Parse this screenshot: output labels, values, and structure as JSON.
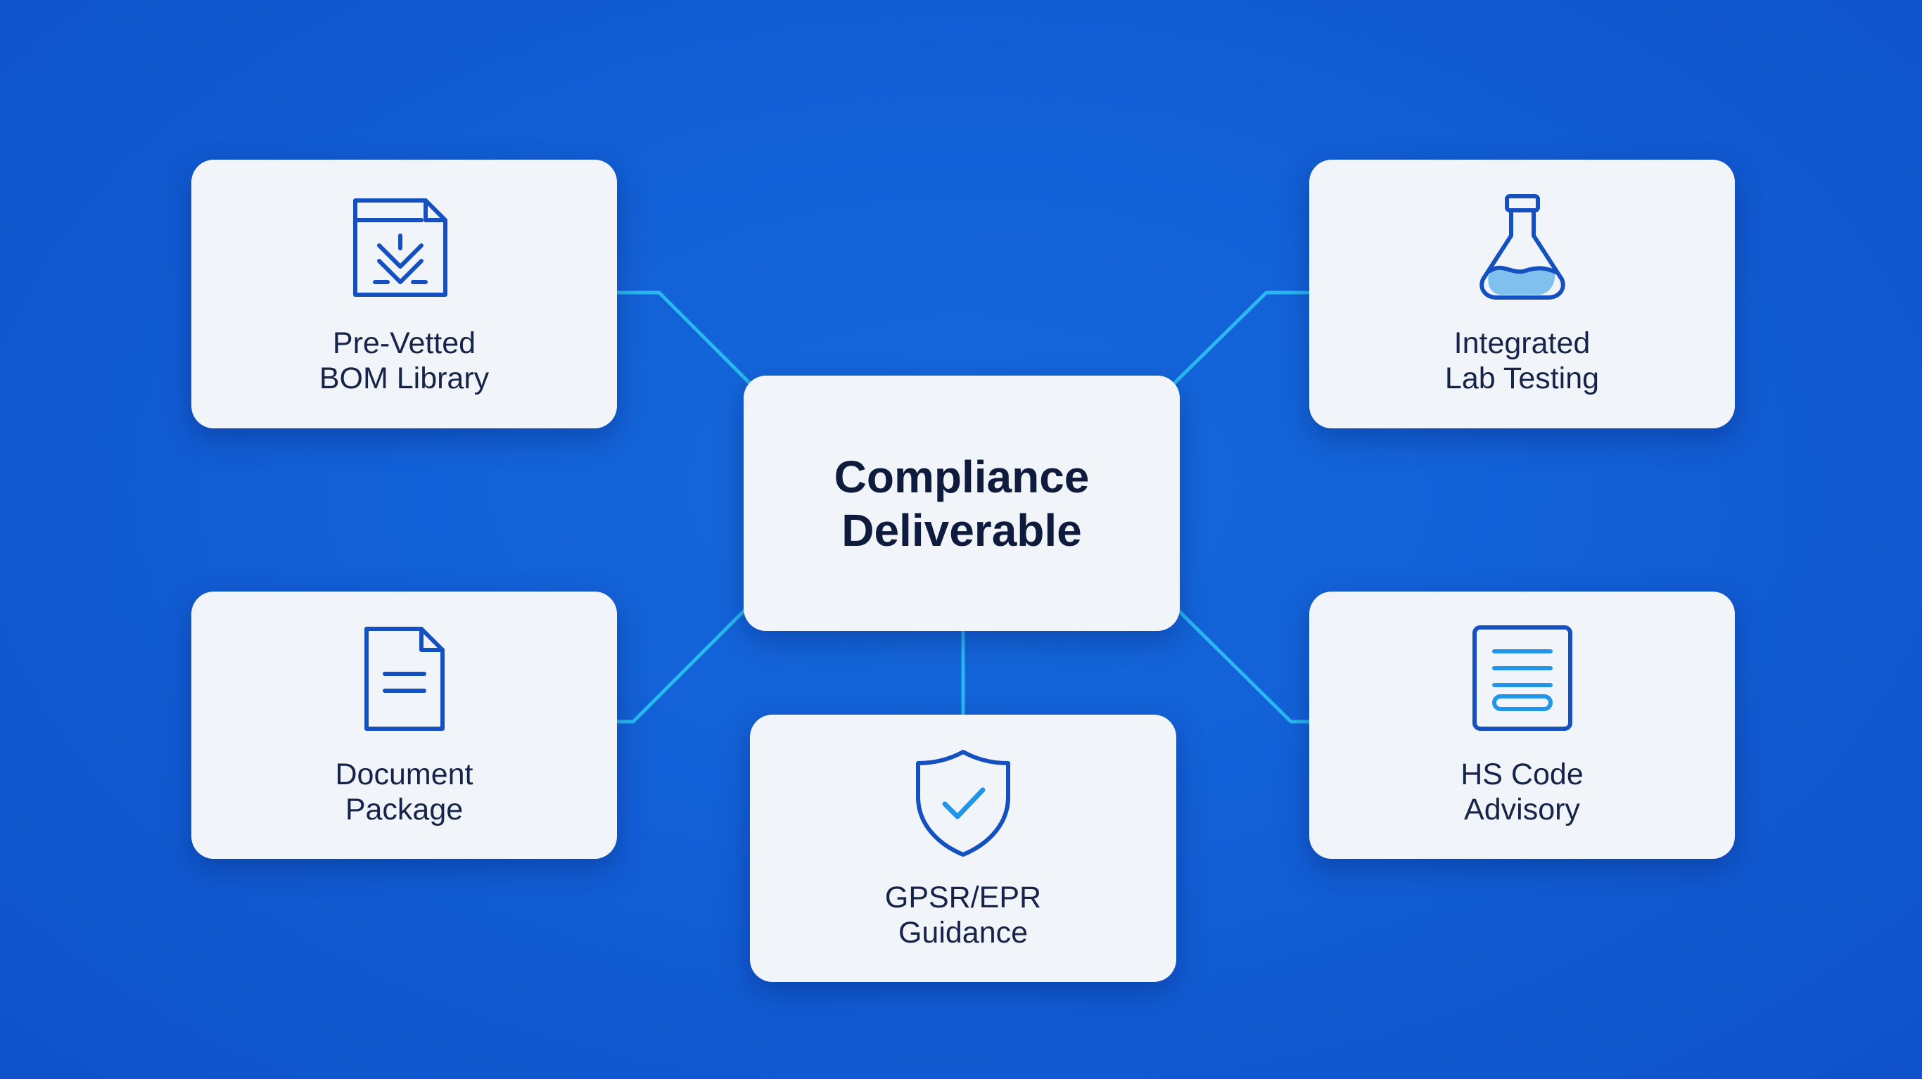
{
  "center": {
    "title_line1": "Compliance",
    "title_line2": "Deliverable"
  },
  "nodes": {
    "bom": {
      "line1": "Pre-Vetted",
      "line2": "BOM Library",
      "icon": "bom-library-icon"
    },
    "lab": {
      "line1": "Integrated",
      "line2": "Lab Testing",
      "icon": "lab-flask-icon"
    },
    "doc": {
      "line1": "Document",
      "line2": "Package",
      "icon": "document-icon"
    },
    "hs": {
      "line1": "HS Code",
      "line2": "Advisory",
      "icon": "list-doc-icon"
    },
    "gpsr": {
      "line1": "GPSR/EPR",
      "line2": "Guidance",
      "icon": "shield-check-icon"
    }
  },
  "colors": {
    "background": "#125fd6",
    "card": "#f1f4f9",
    "connector": "#2bb7f0",
    "icon_stroke": "#1550c0",
    "icon_accent": "#2196e8",
    "text": "#162449"
  }
}
